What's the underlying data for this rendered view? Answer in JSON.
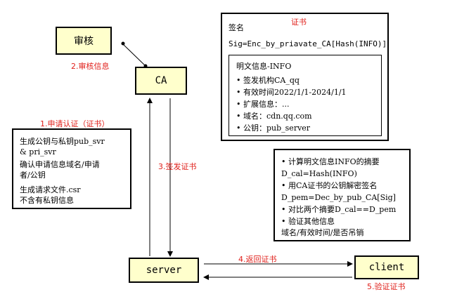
{
  "nodes": {
    "audit": "审核",
    "ca": "CA",
    "server": "server",
    "client": "client"
  },
  "labels": {
    "step1": "1.申请认证（证书）",
    "step2": "2.审核信息",
    "step3": "3.签发证书",
    "step4": "4.返回证书",
    "step5": "5.验证证书"
  },
  "certificate": {
    "title": "证书",
    "signature_label": "签名",
    "signature_formula": "Sig=Enc_by_priavate_CA[Hash(INFO)]",
    "info_title": "明文信息-INFO",
    "info_items": [
      "签发机构CA_qq",
      "有效时间2022/1/1-2024/1/1",
      "扩展信息：...",
      "域名：cdn.qq.com",
      "公钥：pub_server"
    ]
  },
  "server_request": {
    "lines": [
      "生成公钥与私钥pub_svr",
      "& pri_svr",
      "确认申请信息域名/申请",
      "者/公钥",
      "生成请求文件.csr",
      "不含有私钥信息"
    ]
  },
  "client_verify": {
    "lines": [
      "• 计算明文信息INFO的摘要",
      "D_cal=Hash(INFO)",
      "• 用CA证书的公钥解密签名",
      "D_pem=Dec_by_pub_CA[Sig]",
      "• 对比两个摘要D_cal==D_pem",
      "• 验证其他信息",
      "域名/有效时间/是否吊销"
    ]
  }
}
